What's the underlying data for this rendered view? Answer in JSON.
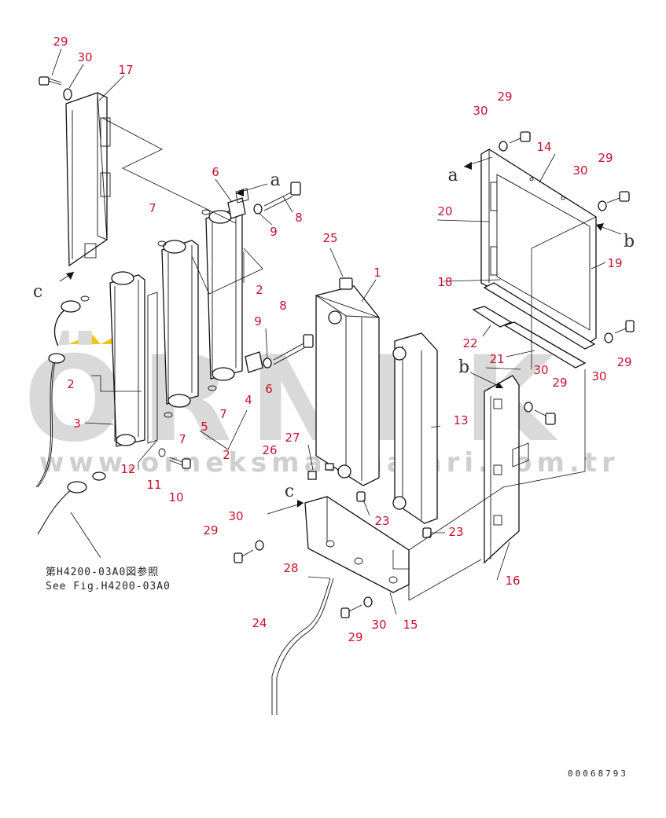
{
  "callouts": [
    {
      "id": "c29a",
      "text": "29"
    },
    {
      "id": "c30a",
      "text": "30"
    },
    {
      "id": "c17",
      "text": "17"
    },
    {
      "id": "c6a",
      "text": "6"
    },
    {
      "id": "c8a",
      "text": "8"
    },
    {
      "id": "c9a",
      "text": "9"
    },
    {
      "id": "c7a",
      "text": "7"
    },
    {
      "id": "c2a",
      "text": "2"
    },
    {
      "id": "c25",
      "text": "25"
    },
    {
      "id": "c1",
      "text": "1"
    },
    {
      "id": "c8b",
      "text": "8"
    },
    {
      "id": "c9b",
      "text": "9"
    },
    {
      "id": "c6b",
      "text": "6"
    },
    {
      "id": "c4",
      "text": "4"
    },
    {
      "id": "c5",
      "text": "5"
    },
    {
      "id": "c7b",
      "text": "7"
    },
    {
      "id": "c7c",
      "text": "7"
    },
    {
      "id": "c2b",
      "text": "2"
    },
    {
      "id": "c3",
      "text": "3"
    },
    {
      "id": "c2c",
      "text": "2"
    },
    {
      "id": "c12",
      "text": "12"
    },
    {
      "id": "c11",
      "text": "11"
    },
    {
      "id": "c10",
      "text": "10"
    },
    {
      "id": "c27",
      "text": "27"
    },
    {
      "id": "c26",
      "text": "26"
    },
    {
      "id": "c13",
      "text": "13"
    },
    {
      "id": "c23a",
      "text": "23"
    },
    {
      "id": "c23b",
      "text": "23"
    },
    {
      "id": "c29b",
      "text": "29"
    },
    {
      "id": "c30b",
      "text": "30"
    },
    {
      "id": "c28",
      "text": "28"
    },
    {
      "id": "c24",
      "text": "24"
    },
    {
      "id": "c15",
      "text": "15"
    },
    {
      "id": "c29c",
      "text": "29"
    },
    {
      "id": "c30c",
      "text": "30"
    },
    {
      "id": "c30d",
      "text": "30"
    },
    {
      "id": "c29d",
      "text": "29"
    },
    {
      "id": "c14",
      "text": "14"
    },
    {
      "id": "c30e",
      "text": "30"
    },
    {
      "id": "c29e",
      "text": "29"
    },
    {
      "id": "c20",
      "text": "20"
    },
    {
      "id": "c19",
      "text": "19"
    },
    {
      "id": "c18",
      "text": "18"
    },
    {
      "id": "c22",
      "text": "22"
    },
    {
      "id": "c21",
      "text": "21"
    },
    {
      "id": "c30f",
      "text": "30"
    },
    {
      "id": "c29f",
      "text": "29"
    },
    {
      "id": "c30g",
      "text": "30"
    },
    {
      "id": "c29g",
      "text": "29"
    },
    {
      "id": "c16",
      "text": "16"
    }
  ],
  "letters": {
    "a1": "a",
    "a2": "a",
    "b1": "b",
    "b2": "b",
    "c1": "c",
    "c2": "c"
  },
  "reference": {
    "jp": "第H4200-03A0図参照",
    "en": "See Fig.H4200-03A0"
  },
  "doc_number": "00068793",
  "watermark": {
    "brand": "ÖRNEK",
    "url": "www.orneksmakinalari.com.tr"
  },
  "colors": {
    "callout": "#c8102e",
    "line": "#111111",
    "watermark": "#d9d9d9",
    "watermark_accent": "#f0c419"
  }
}
